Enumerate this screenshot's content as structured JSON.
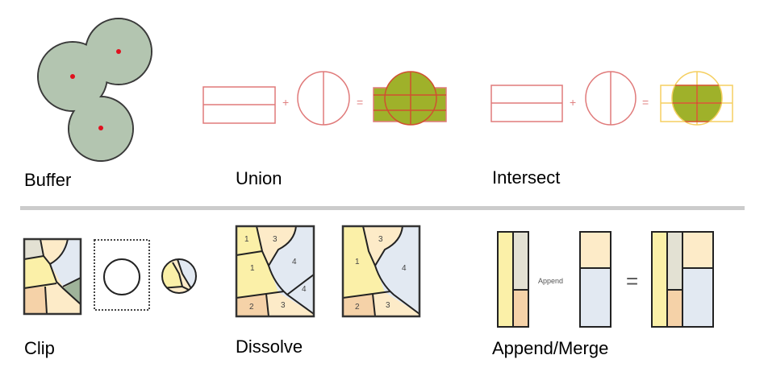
{
  "labels": {
    "buffer": "Buffer",
    "union": "Union",
    "intersect": "Intersect",
    "clip": "Clip",
    "dissolve": "Dissolve",
    "append_merge": "Append/Merge"
  },
  "operators": {
    "plus": "+",
    "equals": "="
  },
  "append_word": "Append",
  "dissolve_before": [
    "1",
    "3",
    "1",
    "4",
    "4",
    "2",
    "3"
  ],
  "dissolve_after": [
    "3",
    "1",
    "4",
    "2",
    "3"
  ],
  "colors": {
    "buffer_fill": "#b3c5b0",
    "point": "#e0101e",
    "overlay_stroke": "#e07a7a",
    "overlay_fill": "#9fb12a",
    "intersect_outline": "#f5cf60",
    "yellow": "#fbf0a8",
    "cream": "#fdebc8",
    "blue": "#e2e9f2",
    "orange": "#f5d2a8",
    "gray": "#e3e1d3",
    "green": "#9fb39a",
    "separator": "#cccccc"
  }
}
